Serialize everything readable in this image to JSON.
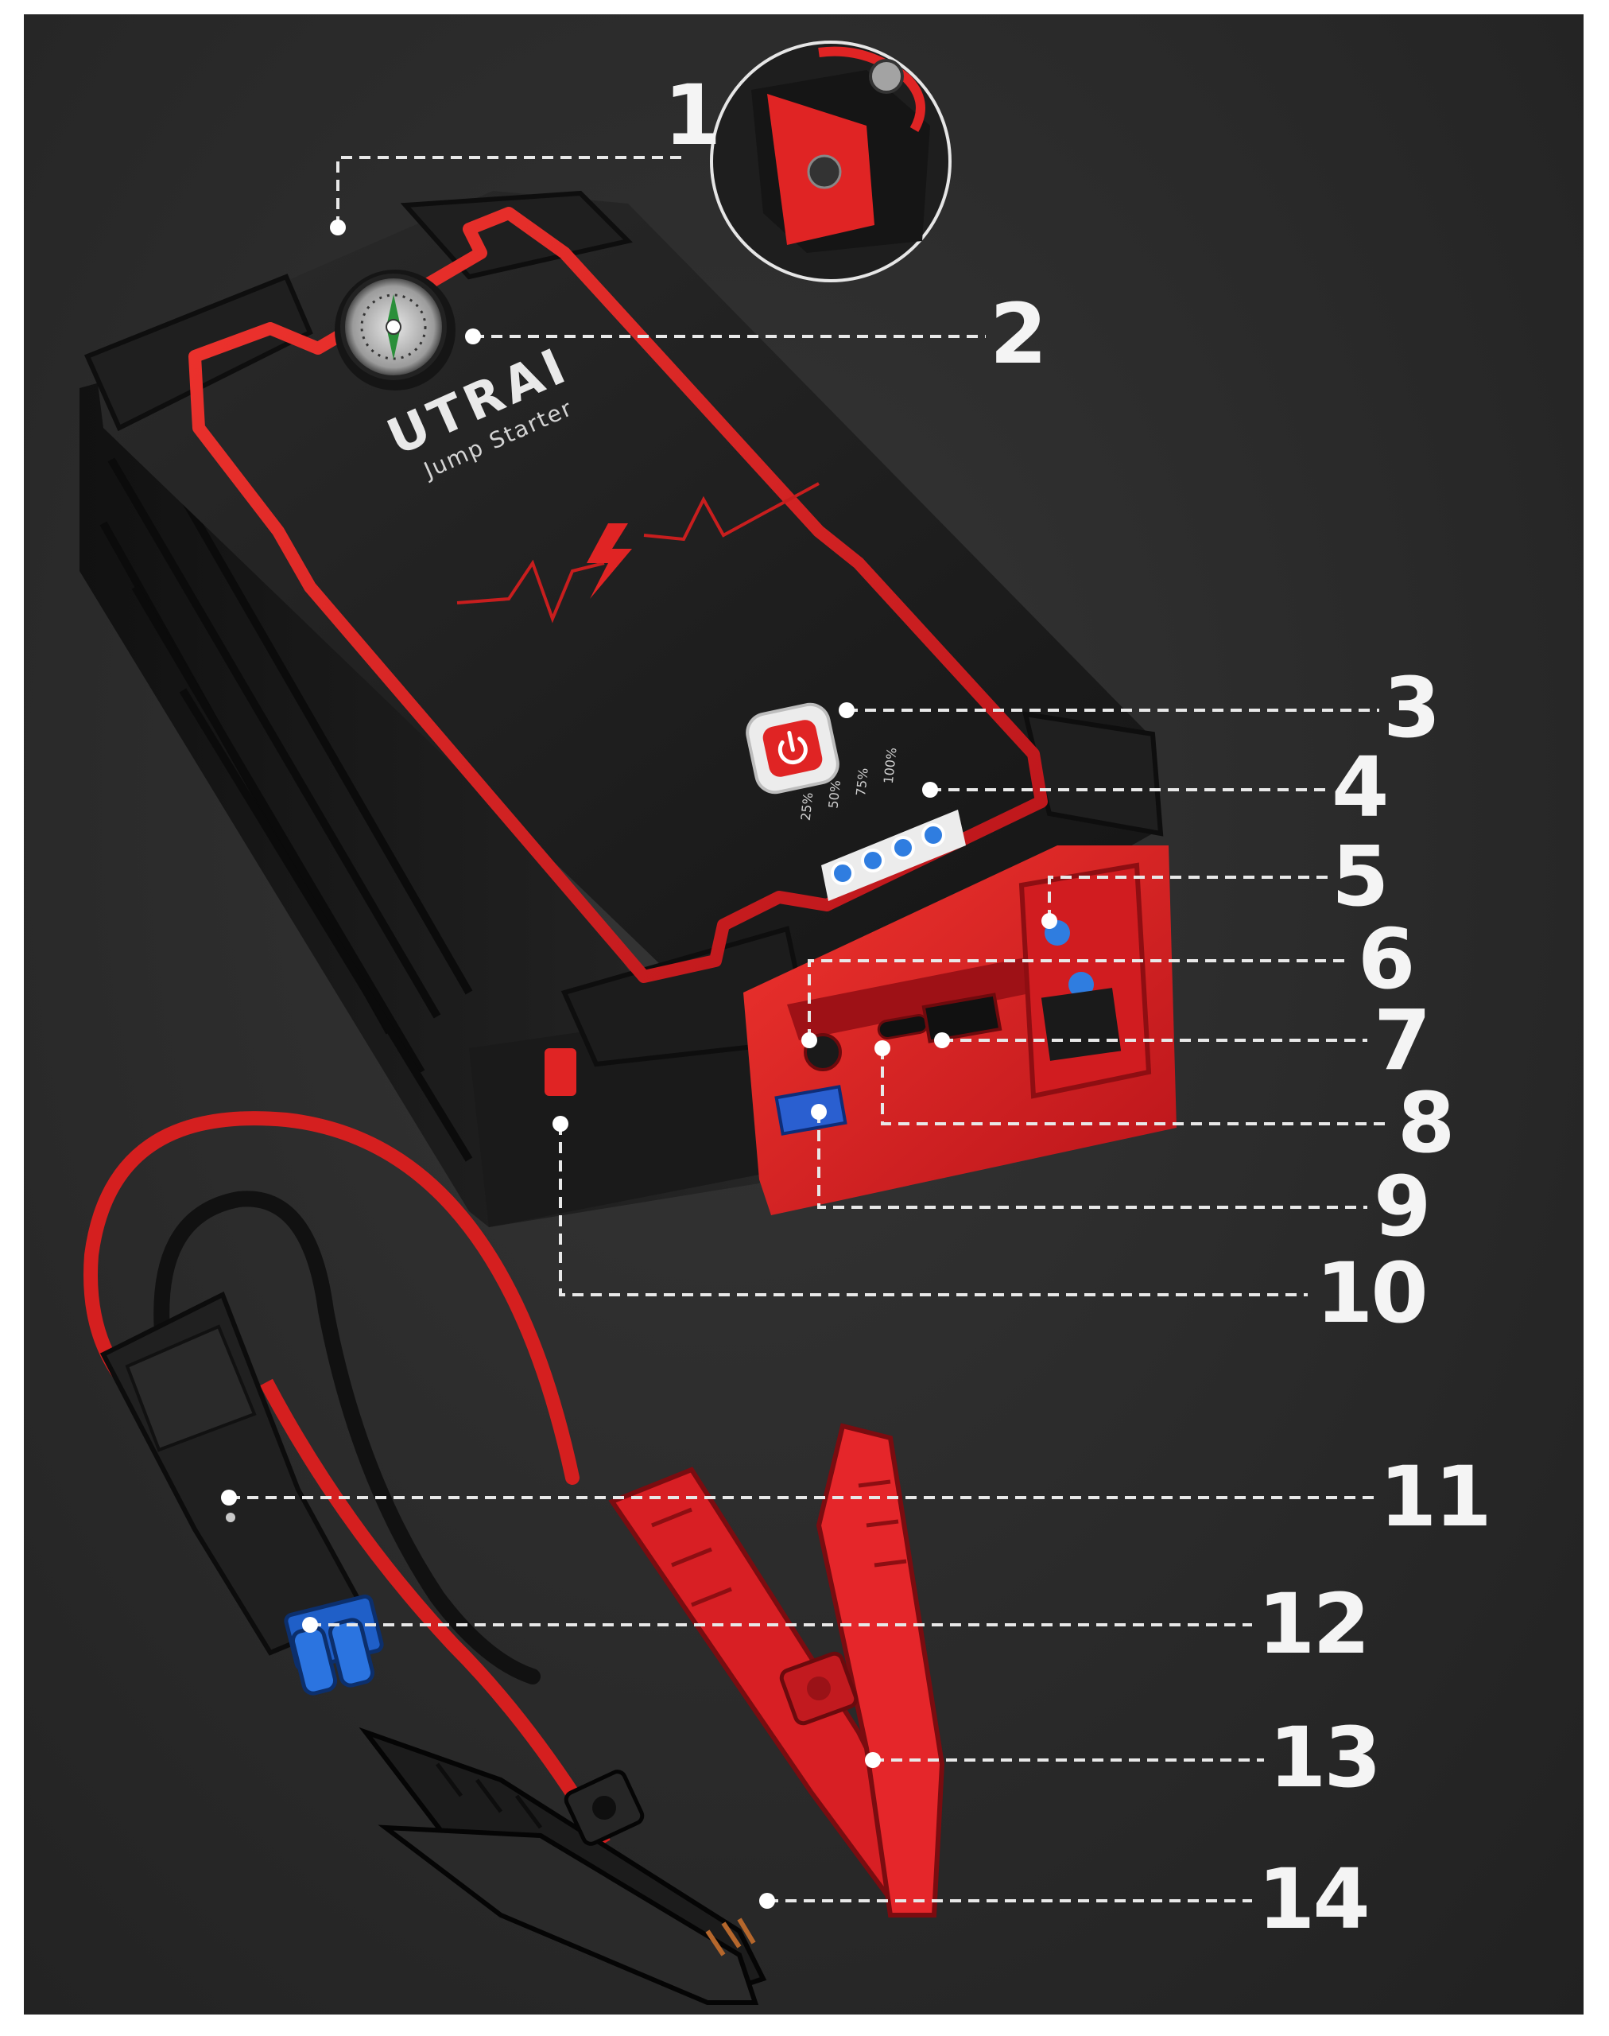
{
  "product": {
    "brand_logo": "UTRAI",
    "brand_subtitle": "Jump Starter",
    "battery_levels": [
      "25%",
      "50%",
      "75%",
      "100%"
    ],
    "battery_leds_lit": 4,
    "colors": {
      "accent_red": "#e02424",
      "body_black": "#1b1b1b",
      "led_blue": "#2f7de0",
      "ec5_blue": "#1f5fc8",
      "background": "#2a2a2a"
    },
    "icons": [
      "compass-icon",
      "power-icon",
      "lightning-bolt-icon",
      "usb-c-port-icon",
      "usb-a-port-icon",
      "dc-port-icon",
      "ec5-connector-icon",
      "red-clamp-icon",
      "black-clamp-icon"
    ]
  },
  "callouts": {
    "c1": "1",
    "c2": "2",
    "c3": "3",
    "c4": "4",
    "c5": "5",
    "c6": "6",
    "c7": "7",
    "c8": "8",
    "c9": "9",
    "c10": "10",
    "c11": "11",
    "c12": "12",
    "c13": "13",
    "c14": "14"
  }
}
